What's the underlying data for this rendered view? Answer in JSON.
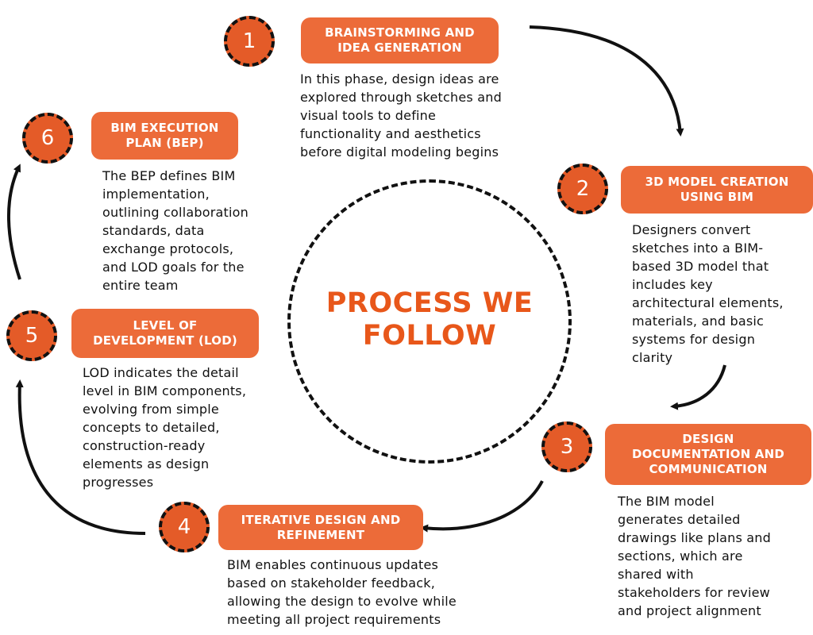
{
  "title": "PROCESS WE\nFOLLOW",
  "colors": {
    "accent": "#e45b28",
    "label_bg": "#ec6b39",
    "title": "#e8571a",
    "ink": "#111111"
  },
  "steps": [
    {
      "number": "1",
      "label": "BRAINSTORMING AND\nIDEA GENERATION",
      "description": "In this phase, design ideas are\nexplored through sketches and\nvisual tools to define\nfunctionality and aesthetics\nbefore digital modeling begins"
    },
    {
      "number": "2",
      "label": "3D MODEL CREATION\nUSING BIM",
      "description": "Designers convert\nsketches into a BIM-\nbased 3D model that\nincludes key\narchitectural elements,\nmaterials, and basic\nsystems for design\nclarity"
    },
    {
      "number": "3",
      "label": "DESIGN\nDOCUMENTATION AND\nCOMMUNICATION",
      "description": "The BIM model\ngenerates detailed\ndrawings like plans and\nsections, which are\nshared with\nstakeholders for review\nand project alignment"
    },
    {
      "number": "4",
      "label": "ITERATIVE DESIGN AND\nREFINEMENT",
      "description": "BIM enables continuous updates\nbased on stakeholder feedback,\nallowing the design to evolve while\nmeeting all project requirements"
    },
    {
      "number": "5",
      "label": "LEVEL OF\nDEVELOPMENT (LOD)",
      "description": "LOD indicates the detail\nlevel in BIM components,\nevolving from simple\nconcepts to detailed,\nconstruction-ready\nelements as design\nprogresses"
    },
    {
      "number": "6",
      "label": "BIM EXECUTION\nPLAN (BEP)",
      "description": "The BEP defines BIM\nimplementation,\noutlining collaboration\nstandards, data\nexchange protocols,\nand LOD goals for the\nentire team"
    }
  ]
}
